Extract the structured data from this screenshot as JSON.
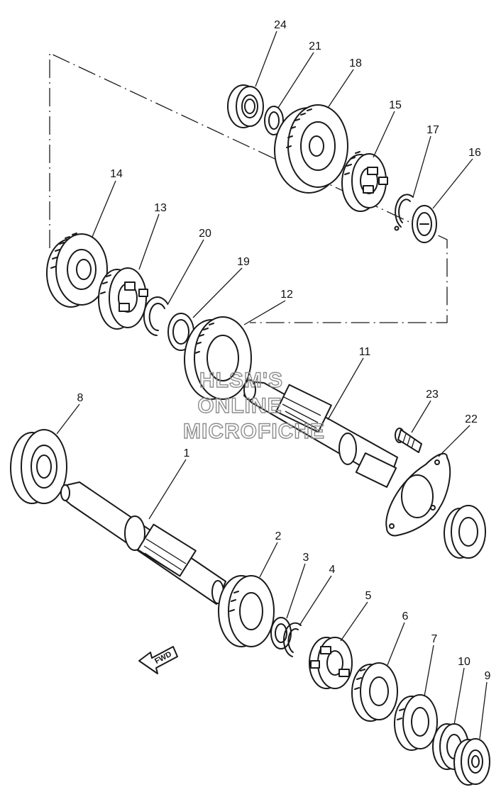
{
  "labels": {
    "p1": "1",
    "p2": "2",
    "p3": "3",
    "p4": "4",
    "p5": "5",
    "p6": "6",
    "p7": "7",
    "p8": "8",
    "p9": "9",
    "p10": "10",
    "p11": "11",
    "p12": "12",
    "p13": "13",
    "p14": "14",
    "p15": "15",
    "p16": "16",
    "p17": "17",
    "p18": "18",
    "p19": "19",
    "p20": "20",
    "p21": "21",
    "p22": "22",
    "p23": "23",
    "p24": "24"
  },
  "watermark": {
    "line1": "HLSM'S",
    "line2": "ONLINE",
    "line3": "MICROFICHE"
  },
  "direction_arrow": {
    "text": "FWD"
  },
  "colors": {
    "ink": "#1a1a1a",
    "watermark": "#8c8c8c",
    "background": "#ffffff"
  }
}
